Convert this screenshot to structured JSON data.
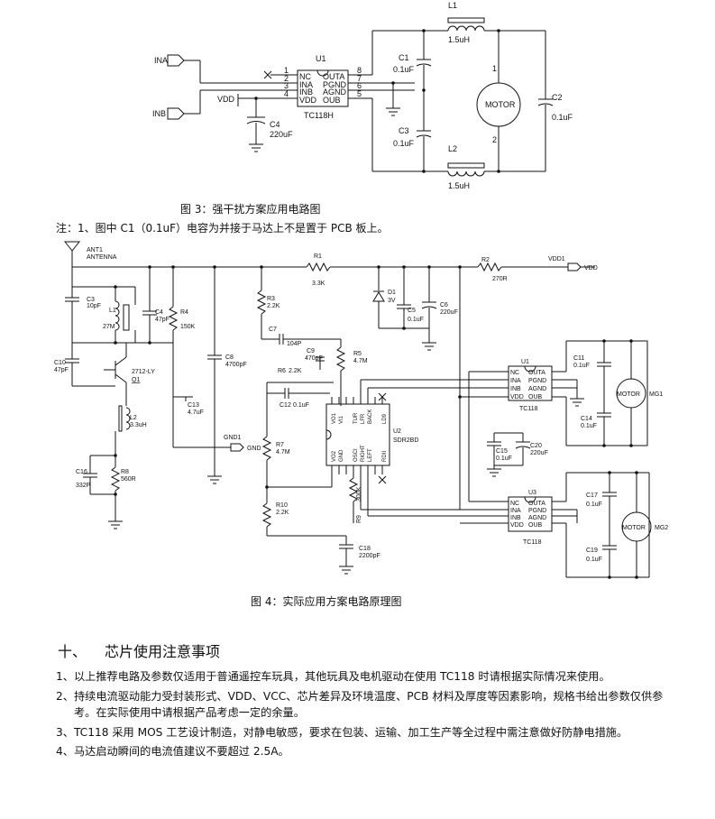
{
  "fig3": {
    "caption": "图 3：强干扰方案应用电路图",
    "labels": {
      "ina": "INA",
      "inb": "INB",
      "vdd": "VDD",
      "u1": "U1",
      "ic": "TC118H",
      "pins_left": [
        "NC",
        "INA",
        "INB",
        "VDD"
      ],
      "pins_right": [
        "OUTA",
        "PGND",
        "AGND",
        "OUB"
      ],
      "pin_nums_left": [
        "1",
        "2",
        "3",
        "4"
      ],
      "pin_nums_right": [
        "8",
        "7",
        "6",
        "5"
      ],
      "c4": "C4",
      "c4v": "220uF",
      "c1": "C1",
      "c1v": "0.1uF",
      "c3": "C3",
      "c3v": "0.1uF",
      "c2": "C2",
      "c2v": "0.1uF",
      "l1": "L1",
      "l1v": "1.5uH",
      "l2": "L2",
      "l2v": "1.5uH",
      "motor": "MOTOR",
      "m1": "1",
      "m2": "2"
    }
  },
  "note": "注：1、图中 C1（0.1uF）电容为并接于马达上不是置于 PCB 板上。",
  "fig4": {
    "caption": "图 4：实际应用方案电路原理图",
    "labels": {
      "ant1": "ANT1",
      "antenna": "ANTENNA",
      "r1": "R1",
      "r1v": "3.3K",
      "r2": "R2",
      "r2v": "270R",
      "vdd1": "VDD1",
      "vdd": "VDD",
      "c3": "C3",
      "c3v": "10pF",
      "l1": "L1",
      "l1v": "27M",
      "c4": "C4",
      "c4v": "47pF",
      "r4": "R4",
      "r4v": "150K",
      "r3": "R3",
      "r3v": "2.2K",
      "d1": "D1",
      "d1v": "3V",
      "c5": "C5",
      "c5v": "0.1uF",
      "c6": "C6",
      "c6v": "220uF",
      "c7": "C7",
      "c7v": "104P",
      "c8": "C8",
      "c8v": "4700pF",
      "c9": "C9",
      "c9v": "470pF",
      "r5": "R5",
      "r5v": "4.7M",
      "r6": "R6",
      "r6v": "2.2K",
      "c10": "C10",
      "c10v": "47pF",
      "q": "2712-LY",
      "q1": "Q1",
      "c12": "C12",
      "c12v": "0.1uF",
      "c13": "C13",
      "c13v": "4.7uF",
      "l2": "L2",
      "l2v": "3.3uH",
      "gnd1": "GND1",
      "gnd": "GND",
      "r7": "R7",
      "r7v": "4.7M",
      "c16": "C16",
      "c16v": "332P",
      "r8": "R8",
      "r8v": "560R",
      "r10": "R10",
      "r10v": "2.2K",
      "r9": "R9",
      "r9v": "300K",
      "c18": "C18",
      "c18v": "2200pF",
      "u2": "U2",
      "u2v": "SDR2BD",
      "u2_top": [
        "VO1",
        "VI1",
        "TUR",
        "LFR",
        "BACK",
        "LD9"
      ],
      "u2_bot": [
        "VO2",
        "GND",
        "OSCI",
        "RIGHT",
        "LEFT",
        "RDII"
      ],
      "u1": "U1",
      "u1ic": "TC118",
      "u3": "U3",
      "u3ic": "TC118",
      "pins_left": [
        "NC",
        "INA",
        "INB",
        "VDD"
      ],
      "pins_right": [
        "OUTA",
        "PGND",
        "AGND",
        "OUB"
      ],
      "c11": "C11",
      "c11v": "0.1uF",
      "c14": "C14",
      "c14v": "0.1uF",
      "c15": "C15",
      "c15v": "0.1uF",
      "c20": "C20",
      "c20v": "220uF",
      "c17": "C17",
      "c17v": "0.1uF",
      "c19": "C19",
      "c19v": "0.1uF",
      "motor": "MOTOR",
      "mg1": "MG1",
      "mg2": "MG2"
    }
  },
  "section": {
    "number": "十、",
    "title": "芯片使用注意事项"
  },
  "items": [
    {
      "num": "1、",
      "text": "以上推荐电路及参数仅适用于普通遥控车玩具，其他玩具及电机驱动在使用 TC118 时请根据实际情况来使用。"
    },
    {
      "num": "2、",
      "text": "持续电流驱动能力受封装形式、VDD、VCC、芯片差异及环境温度、PCB 材料及厚度等因素影响，规格书给出参数仅供参考。在实际使用中请根据产品考虑一定的余量。"
    },
    {
      "num": "3、",
      "text": "TC118 采用 MOS 工艺设计制造，对静电敏感，要求在包装、运输、加工生产等全过程中需注意做好防静电措施。"
    },
    {
      "num": "4、",
      "text": "马达启动瞬间的电流值建议不要超过 2.5A。"
    }
  ]
}
